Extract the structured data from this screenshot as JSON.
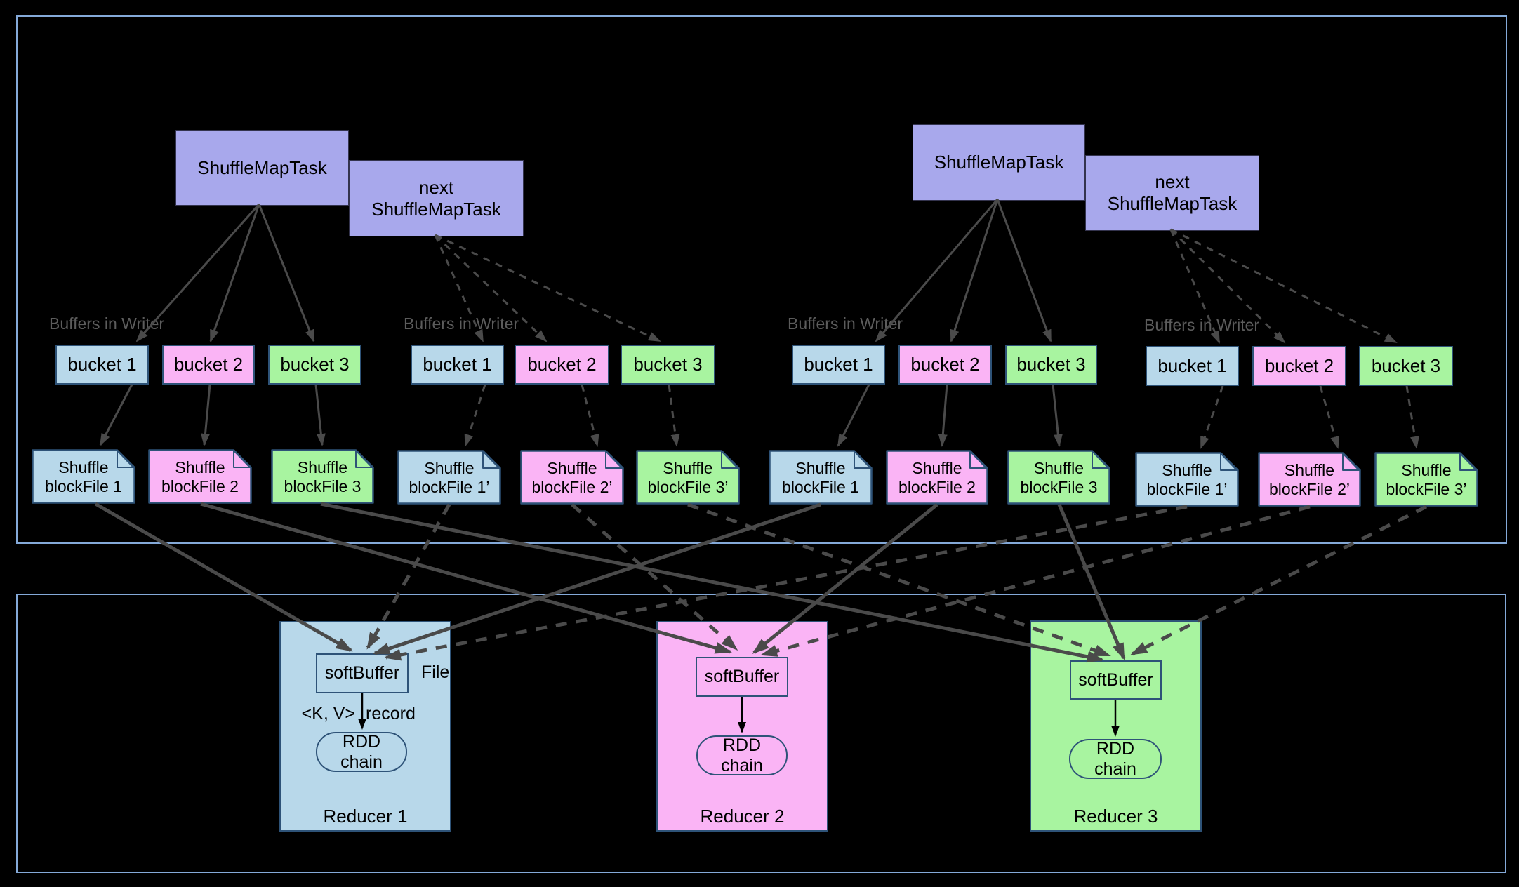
{
  "colors": {
    "background": "#000000",
    "section_border": "#84a9d8",
    "task_fill": "#a8a8ec",
    "blue": "#b8d8ea",
    "pink": "#fab4f5",
    "green": "#a8f4a0",
    "box_border": "#2e5378",
    "arrow": "#4a4a4a",
    "caption_text": "#5c5c5c",
    "text": "#000000"
  },
  "diagram": {
    "tasks": [
      {
        "label": "ShuffleMapTask"
      },
      {
        "label": "next\nShuffleMapTask"
      },
      {
        "label": "ShuffleMapTask"
      },
      {
        "label": "next\nShuffleMapTask"
      }
    ],
    "writer_groups": [
      {
        "caption": "Buffers in Writer",
        "buckets": [
          {
            "label": "bucket 1",
            "color": "blue"
          },
          {
            "label": "bucket 2",
            "color": "pink"
          },
          {
            "label": "bucket 3",
            "color": "green"
          }
        ],
        "files": [
          {
            "label": "Shuffle\nblockFile 1",
            "color": "blue"
          },
          {
            "label": "Shuffle\nblockFile 2",
            "color": "pink"
          },
          {
            "label": "Shuffle\nblockFile 3",
            "color": "green"
          }
        ]
      },
      {
        "caption": "Buffers in Writer",
        "buckets": [
          {
            "label": "bucket 1",
            "color": "blue"
          },
          {
            "label": "bucket 2",
            "color": "pink"
          },
          {
            "label": "bucket 3",
            "color": "green"
          }
        ],
        "files": [
          {
            "label": "Shuffle\nblockFile 1’",
            "color": "blue"
          },
          {
            "label": "Shuffle\nblockFile 2’",
            "color": "pink"
          },
          {
            "label": "Shuffle\nblockFile 3’",
            "color": "green"
          }
        ]
      },
      {
        "caption": "Buffers in Writer",
        "buckets": [
          {
            "label": "bucket 1",
            "color": "blue"
          },
          {
            "label": "bucket 2",
            "color": "pink"
          },
          {
            "label": "bucket 3",
            "color": "green"
          }
        ],
        "files": [
          {
            "label": "Shuffle\nblockFile 1",
            "color": "blue"
          },
          {
            "label": "Shuffle\nblockFile 2",
            "color": "pink"
          },
          {
            "label": "Shuffle\nblockFile 3",
            "color": "green"
          }
        ]
      },
      {
        "caption": "Buffers in Writer",
        "buckets": [
          {
            "label": "bucket 1",
            "color": "blue"
          },
          {
            "label": "bucket 2",
            "color": "pink"
          },
          {
            "label": "bucket 3",
            "color": "green"
          }
        ],
        "files": [
          {
            "label": "Shuffle\nblockFile 1’",
            "color": "blue"
          },
          {
            "label": "Shuffle\nblockFile 2’",
            "color": "pink"
          },
          {
            "label": "Shuffle\nblockFile 3’",
            "color": "green"
          }
        ]
      }
    ],
    "reducers": [
      {
        "title": "Reducer 1",
        "color": "blue",
        "soft_buffer": "softBuffer",
        "rdd_chain": "RDD\nchain",
        "file_label": "File",
        "kv_label": "<K, V>",
        "record_label": "record"
      },
      {
        "title": "Reducer 2",
        "color": "pink",
        "soft_buffer": "softBuffer",
        "rdd_chain": "RDD\nchain"
      },
      {
        "title": "Reducer 3",
        "color": "green",
        "soft_buffer": "softBuffer",
        "rdd_chain": "RDD\nchain"
      }
    ]
  }
}
